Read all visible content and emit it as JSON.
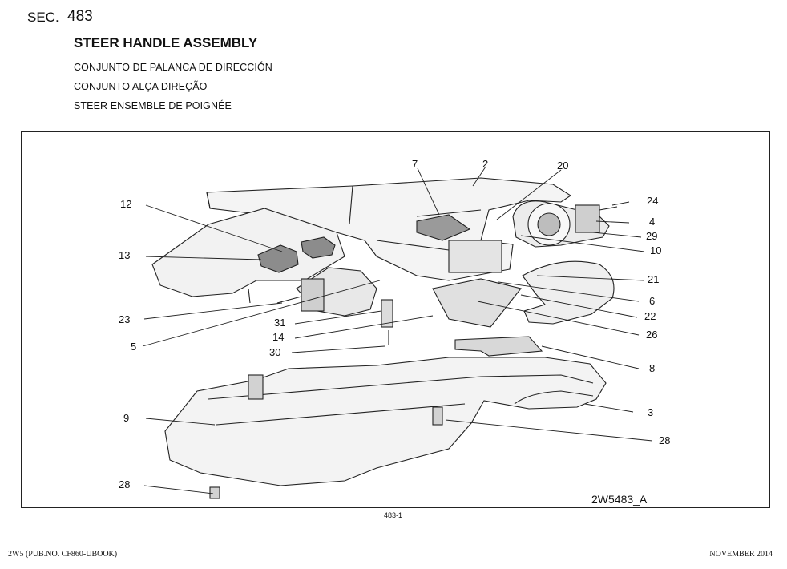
{
  "header": {
    "sec_label": "SEC.",
    "sec_number": "483",
    "title": "STEER HANDLE ASSEMBLY",
    "subtitle_es": "CONJUNTO DE PALANCA DE DIRECCIÓN",
    "subtitle_pt": "CONJUNTO ALÇA DIREÇÃO",
    "subtitle_fr": "STEER ENSEMBLE DE POIGNÉE"
  },
  "diagram": {
    "callouts": {
      "c7": "7",
      "c2": "2",
      "c20": "20",
      "c24": "24",
      "c4": "4",
      "c29": "29",
      "c10": "10",
      "c12": "12",
      "c13": "13",
      "c21": "21",
      "c6": "6",
      "c22": "22",
      "c26": "26",
      "c23": "23",
      "c31": "31",
      "c14": "14",
      "c5": "5",
      "c30": "30",
      "c8": "8",
      "c3": "3",
      "c9": "9",
      "c28a": "28",
      "c28b": "28"
    },
    "drawing_id": "2W5483_A"
  },
  "footer": {
    "page": "483-1",
    "left": "2W5 (PUB.NO. CF860-UBOOK)",
    "right": "NOVEMBER 2014"
  }
}
